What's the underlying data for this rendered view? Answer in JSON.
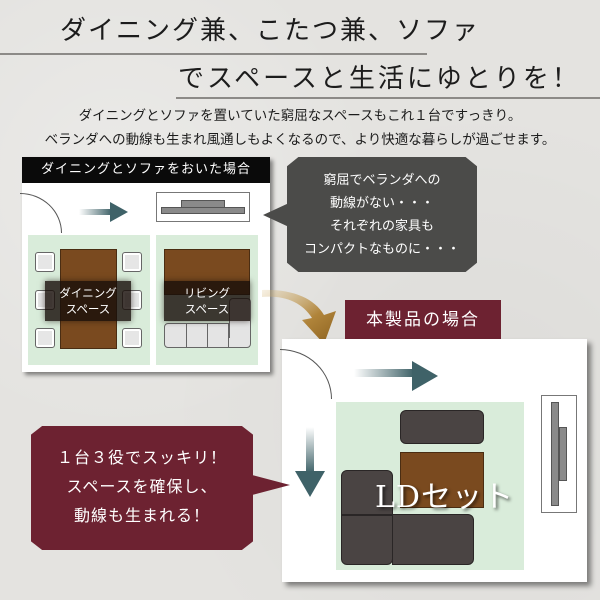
{
  "headline": {
    "line1": "ダイニング兼、こたつ兼、ソファ",
    "line2": "でスペースと生活にゆとりを！"
  },
  "subtext": {
    "line1": "ダイニングとソファを置いていた窮屈なスペースもこれ１台ですっきり。",
    "line2": "ベランダへの動線も生まれ風通しもよくなるので、より快適な暮らしが過ごせます。"
  },
  "before_card": {
    "header": "ダイニングとソファをおいた場合",
    "dining_label_line1": "ダイニング",
    "dining_label_line2": "スペース",
    "living_label_line1": "リビング",
    "living_label_line2": "スペース"
  },
  "gray_bubble": {
    "line1": "窮屈でベランダへの",
    "line2": "動線がない・・・",
    "line3": "それぞれの家具も",
    "line4": "コンパクトなものに・・・"
  },
  "after_card": {
    "header": "本製品の場合",
    "product_label": "LDセット"
  },
  "maroon_bubble": {
    "line1": "１台３役でスッキリ！",
    "line2": "スペースを確保し、",
    "line3": "動線も生まれる！"
  },
  "colors": {
    "background": "#e4e3e0",
    "maroon": "#6d2231",
    "bubble_gray": "#4b4b49",
    "arrow_teal": "#3f6268",
    "wood_brown": "#7a4a1f",
    "zone_green": "#d9ecda",
    "sofa_dark": "#4a4443",
    "curve_arrow_gold": "#a6782c"
  }
}
